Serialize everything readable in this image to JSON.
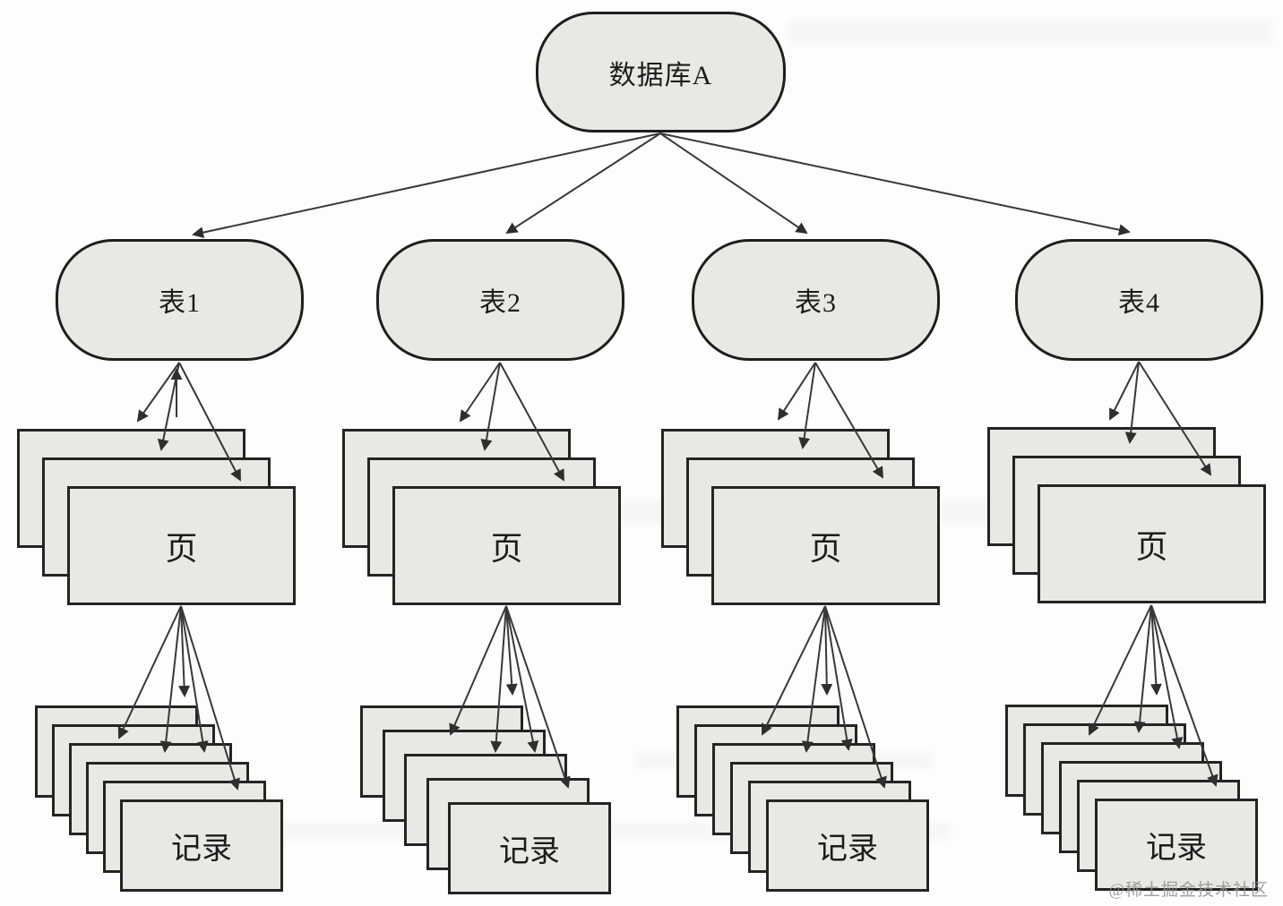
{
  "diagram": {
    "root": {
      "label": "数据库A"
    },
    "tables": [
      {
        "label": "表1"
      },
      {
        "label": "表2"
      },
      {
        "label": "表3"
      },
      {
        "label": "表4"
      }
    ],
    "page_label": "页",
    "record_label": "记录",
    "watermark": "@稀土掘金技术社区",
    "colors": {
      "node_fill": "#e8e8e5",
      "node_border": "#1e1e1e",
      "arrow": "#383838",
      "background": "#fdfdfc",
      "watermark_gray": "#8f8f8f"
    }
  }
}
